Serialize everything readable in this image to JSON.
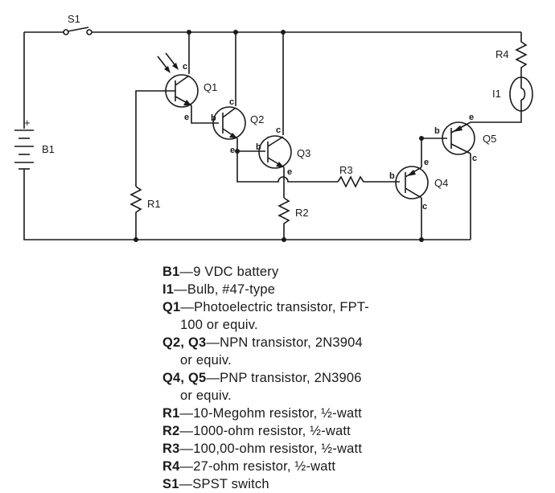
{
  "schematic": {
    "labels": {
      "S1": "S1",
      "B1": "B1",
      "B1_plus": "+",
      "Q1": "Q1",
      "Q2": "Q2",
      "Q3": "Q3",
      "Q4": "Q4",
      "Q5": "Q5",
      "R1": "R1",
      "R2": "R2",
      "R3": "R3",
      "R4": "R4",
      "I1": "I1"
    },
    "pins": {
      "collector": "c",
      "base": "b",
      "emitter": "e"
    }
  },
  "parts_list": [
    {
      "ref": "B1",
      "desc": "—9 VDC battery",
      "cont": ""
    },
    {
      "ref": "I1",
      "desc": "—Bulb, #47-type",
      "cont": ""
    },
    {
      "ref": "Q1",
      "desc": "—Photoelectric transistor, FPT-",
      "cont": "100 or equiv."
    },
    {
      "ref": "Q2, Q3",
      "desc": "—NPN transistor, 2N3904",
      "cont": "or equiv."
    },
    {
      "ref": "Q4, Q5",
      "desc": "—PNP transistor, 2N3906",
      "cont": "or equiv."
    },
    {
      "ref": "R1",
      "desc": "—10-Megohm resistor, ½-watt",
      "cont": ""
    },
    {
      "ref": "R2",
      "desc": "—1000-ohm resistor, ½-watt",
      "cont": ""
    },
    {
      "ref": "R3",
      "desc": "—100,00-ohm resistor, ½-watt",
      "cont": ""
    },
    {
      "ref": "R4",
      "desc": "—27-ohm resistor, ½-watt",
      "cont": ""
    },
    {
      "ref": "S1",
      "desc": "—SPST switch",
      "cont": ""
    }
  ]
}
